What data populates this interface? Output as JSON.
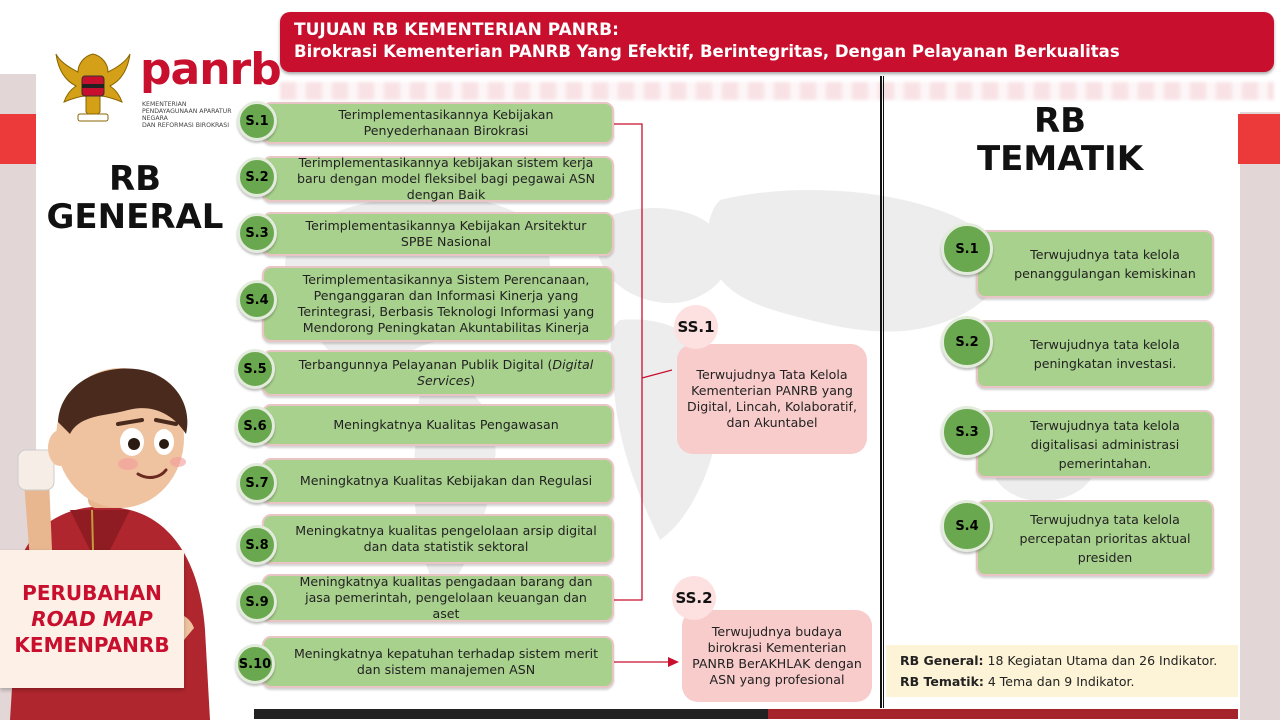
{
  "title": {
    "line1": "TUJUAN RB KEMENTERIAN PANRB:",
    "line2": "Birokrasi Kementerian PANRB Yang Efektif, Berintegritas, Dengan Pelayanan Berkualitas"
  },
  "logo": {
    "brand": "panrb",
    "sub_line1": "KEMENTERIAN",
    "sub_line2": "PENDAYAGUNAAN APARATUR NEGARA",
    "sub_line3": "DAN REFORMASI BIROKRASI"
  },
  "rb_general": {
    "heading_line1": "RB",
    "heading_line2": "GENERAL",
    "goals": [
      {
        "code": "S.1",
        "text": "Terimplementasikannya Kebijakan Penyederhanaan Birokrasi"
      },
      {
        "code": "S.2",
        "text": "Terimplementasikannya kebijakan sistem kerja baru dengan model fleksibel bagi pegawai ASN dengan Baik"
      },
      {
        "code": "S.3",
        "text": "Terimplementasikannya Kebijakan Arsitektur SPBE Nasional"
      },
      {
        "code": "S.4",
        "text": "Terimplementasikannya Sistem Perencanaan, Penganggaran dan Informasi Kinerja yang Terintegrasi, Berbasis Teknologi Informasi yang Mendorong Peningkatan Akuntabilitas Kinerja"
      },
      {
        "code": "S.5",
        "text_main": "Terbangunnya Pelayanan Publik Digital (",
        "text_italic": "Digital Services",
        "text_end": ")"
      },
      {
        "code": "S.6",
        "text": "Meningkatnya Kualitas Pengawasan"
      },
      {
        "code": "S.7",
        "text": "Meningkatnya Kualitas Kebijakan dan Regulasi"
      },
      {
        "code": "S.8",
        "text": "Meningkatnya kualitas pengelolaan arsip digital dan data statistik sektoral"
      },
      {
        "code": "S.9",
        "text": "Meningkatnya kualitas pengadaan barang dan jasa pemerintah, pengelolaan keuangan dan aset"
      },
      {
        "code": "S.10",
        "text": "Meningkatnya kepatuhan terhadap sistem merit dan sistem manajemen ASN"
      }
    ]
  },
  "strategic": [
    {
      "code": "SS.1",
      "text": "Terwujudnya Tata Kelola Kementerian PANRB yang Digital, Lincah, Kolaboratif, dan Akuntabel"
    },
    {
      "code": "SS.2",
      "text": "Terwujudnya budaya birokrasi Kementerian PANRB BerAKHLAK dengan ASN yang profesional"
    }
  ],
  "rb_tematik": {
    "heading_line1": "RB",
    "heading_line2": "TEMATIK",
    "goals": [
      {
        "code": "S.1",
        "text": "Terwujudnya tata kelola penanggulangan kemiskinan"
      },
      {
        "code": "S.2",
        "text": "Terwujudnya tata kelola peningkatan investasi."
      },
      {
        "code": "S.3",
        "text": "Terwujudnya tata kelola digitalisasi administrasi pemerintahan."
      },
      {
        "code": "S.4",
        "text": "Terwujudnya tata kelola percepatan prioritas aktual presiden"
      }
    ]
  },
  "summary": {
    "general_label": "RB General:",
    "general_text": " 18 Kegiatan Utama dan 26 Indikator.",
    "tematik_label": "RB Tematik:",
    "tematik_text": " 4 Tema dan 9 Indikator."
  },
  "roadmap": {
    "line1": "PERUBAHAN",
    "line2": "ROAD MAP",
    "line3": "KEMENPANRB"
  },
  "colors": {
    "brand_red": "#c8102e",
    "goal_green": "#a9d18e",
    "circle_green": "#6aa84f",
    "ss_pink": "#f9cccc",
    "summary_bg": "#fdf3d6"
  }
}
